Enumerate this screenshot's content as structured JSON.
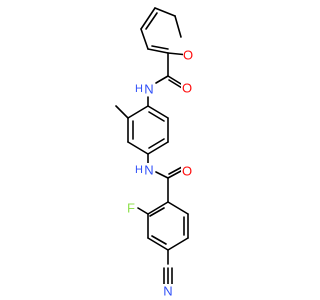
{
  "molecule": {
    "atom_labels": [
      {
        "id": "o-furan",
        "text": "O",
        "color": "#ff0d0d"
      },
      {
        "id": "o-amide-top",
        "text": "O",
        "color": "#ff0d0d"
      },
      {
        "id": "n-amide-top",
        "text": "N",
        "color": "#3050f8"
      },
      {
        "id": "h-amide-top",
        "text": "H",
        "color": "#3050f8"
      },
      {
        "id": "n-amide-mid",
        "text": "N",
        "color": "#3050f8"
      },
      {
        "id": "h-amide-mid",
        "text": "H",
        "color": "#3050f8"
      },
      {
        "id": "o-amide-mid",
        "text": "O",
        "color": "#ff0d0d"
      },
      {
        "id": "f-fluoro",
        "text": "F",
        "color": "#90e050"
      },
      {
        "id": "n-nitrile",
        "text": "N",
        "color": "#3050f8"
      }
    ],
    "colors": {
      "bond": "#000000",
      "oxygen": "#ff0d0d",
      "nitrogen": "#3050f8",
      "fluorine": "#90e050",
      "background": "#ffffff"
    }
  }
}
